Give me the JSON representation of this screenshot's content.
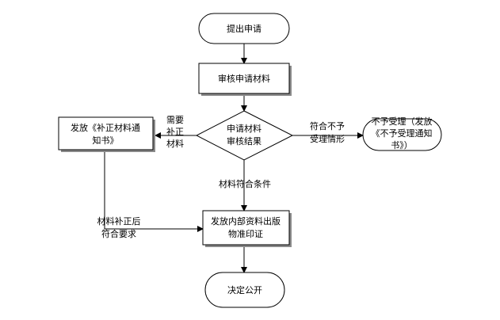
{
  "nodes": {
    "submit": [
      "提出申请"
    ],
    "review": [
      "审核申请材料"
    ],
    "decision": [
      "申请材料",
      "审核结果"
    ],
    "supplement_notice": [
      "发放《补正材料通",
      "知书》"
    ],
    "reject_notice": [
      "不予受理（发放",
      "《不予受理通知",
      "书》）"
    ],
    "issue_cert": [
      "发放内部资料出版",
      "物准印证"
    ],
    "publish": [
      "决定公开"
    ]
  },
  "edges": {
    "needs_supplement": [
      "需要",
      "补正",
      "材料"
    ],
    "not_accepted": [
      "符合不予",
      "受理情形"
    ],
    "meets_conditions": [
      "材料符合条件"
    ],
    "supplement_ok": [
      "材料补正后",
      "符合要求"
    ]
  }
}
